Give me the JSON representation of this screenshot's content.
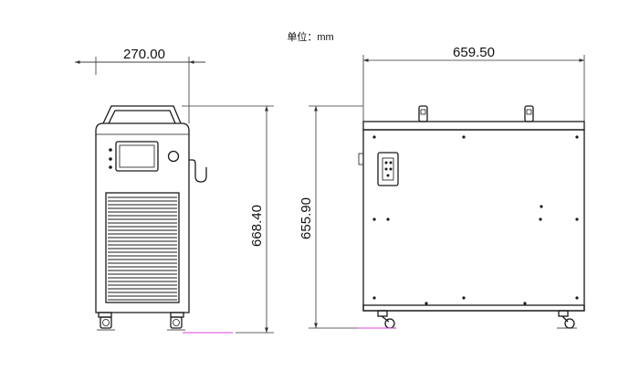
{
  "unit_label": "单位：mm",
  "front_view": {
    "width_label": "270.00",
    "height_label": "668.40"
  },
  "side_view": {
    "width_label": "659.50",
    "height_label": "655.90"
  },
  "colors": {
    "line": "#1a1a1a",
    "ground_mark": "#e040e0",
    "dimension": "#333333"
  }
}
